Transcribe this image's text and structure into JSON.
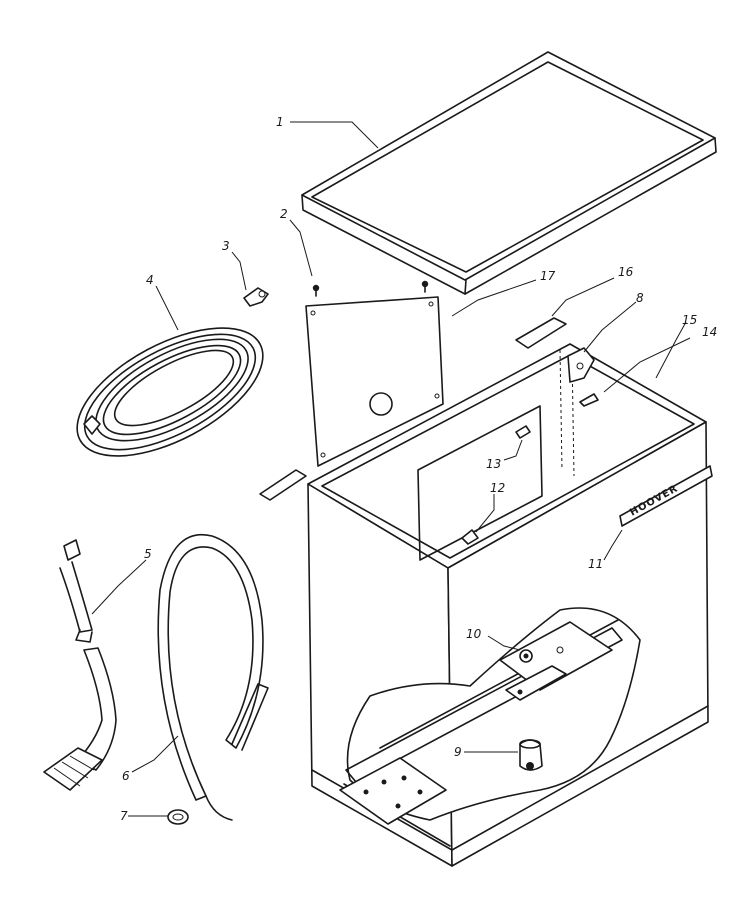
{
  "brand_badge_text": "HOOVER",
  "callouts": [
    {
      "id": "callout-1",
      "text": "1"
    },
    {
      "id": "callout-2",
      "text": "2"
    },
    {
      "id": "callout-3",
      "text": "3"
    },
    {
      "id": "callout-4",
      "text": "4"
    },
    {
      "id": "callout-5",
      "text": "5"
    },
    {
      "id": "callout-6",
      "text": "6"
    },
    {
      "id": "callout-7",
      "text": "7"
    },
    {
      "id": "callout-8",
      "text": "8"
    },
    {
      "id": "callout-9",
      "text": "9"
    },
    {
      "id": "callout-10",
      "text": "10"
    },
    {
      "id": "callout-11",
      "text": "11"
    },
    {
      "id": "callout-12",
      "text": "12"
    },
    {
      "id": "callout-13",
      "text": "13"
    },
    {
      "id": "callout-14",
      "text": "14"
    },
    {
      "id": "callout-15",
      "text": "15"
    },
    {
      "id": "callout-16",
      "text": "16"
    },
    {
      "id": "callout-17",
      "text": "17"
    }
  ]
}
